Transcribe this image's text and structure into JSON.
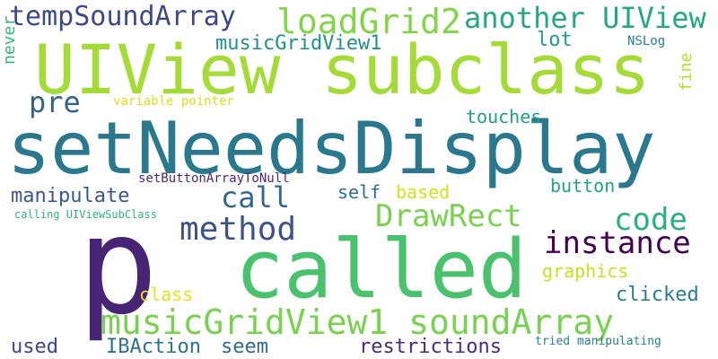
{
  "words": [
    {
      "text": "setNeedsDisplay",
      "color": "#2a788e"
    },
    {
      "text": "UIView subclass",
      "color": "#a5db36"
    },
    {
      "text": "p",
      "color": "#482475"
    },
    {
      "text": "called",
      "color": "#4ac16d"
    },
    {
      "text": "musicGridView1 soundArray",
      "color": "#7ad151"
    },
    {
      "text": "tempSoundArray",
      "color": "#3e4989"
    },
    {
      "text": "loadGrid2",
      "color": "#84d44b"
    },
    {
      "text": "another UIView",
      "color": "#22a884"
    },
    {
      "text": "instance",
      "color": "#440154"
    },
    {
      "text": "method",
      "color": "#3b528b"
    },
    {
      "text": "DrawRect",
      "color": "#7ad151"
    },
    {
      "text": "code",
      "color": "#2ab07f"
    },
    {
      "text": "call",
      "color": "#31688e"
    },
    {
      "text": "musicGridView1",
      "color": "#21918c"
    },
    {
      "text": "pre",
      "color": "#33638d"
    },
    {
      "text": "lot",
      "color": "#1f9e89"
    },
    {
      "text": "NSLog",
      "color": "#25848e"
    },
    {
      "text": "never",
      "color": "#35b779"
    },
    {
      "text": "fine",
      "color": "#b5de2b"
    },
    {
      "text": "variable pointer",
      "color": "#d8e219"
    },
    {
      "text": "touches",
      "color": "#1f9e89"
    },
    {
      "text": "setButtonArrayToNull",
      "color": "#482878"
    },
    {
      "text": "manipulate",
      "color": "#39568c"
    },
    {
      "text": "self",
      "color": "#2e6e8e"
    },
    {
      "text": "based",
      "color": "#d2e21b"
    },
    {
      "text": "button",
      "color": "#20a386"
    },
    {
      "text": "calling UIViewSubClass",
      "color": "#2fb47c"
    },
    {
      "text": "graphics",
      "color": "#c8e020"
    },
    {
      "text": "class",
      "color": "#e5e419"
    },
    {
      "text": "clicked",
      "color": "#287d8e"
    },
    {
      "text": "used",
      "color": "#414487"
    },
    {
      "text": "IBAction",
      "color": "#2c728e"
    },
    {
      "text": "seem",
      "color": "#306a8e"
    },
    {
      "text": "restrictions",
      "color": "#472d7b"
    },
    {
      "text": "tried manipulating",
      "color": "#26828e"
    }
  ]
}
